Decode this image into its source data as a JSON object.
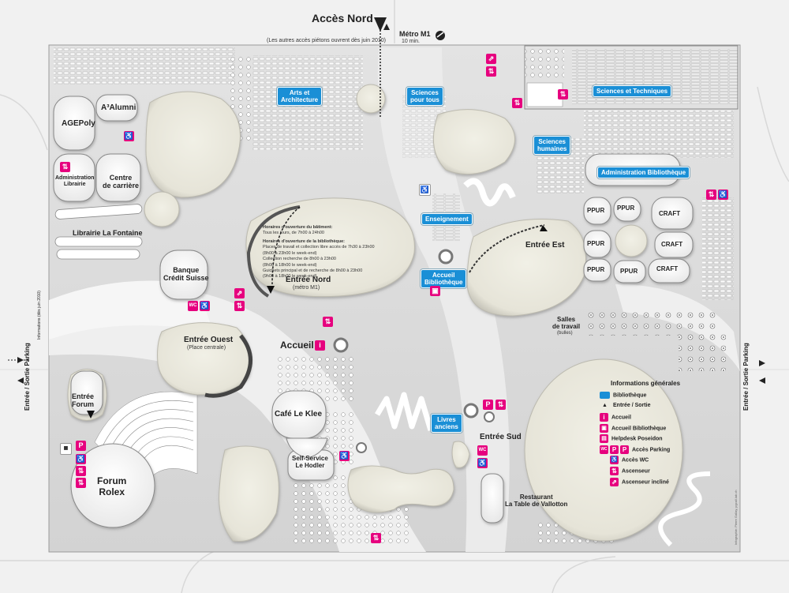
{
  "title": "Accès Nord",
  "title_note": "(Les autres accès piétons ouvrent dès juin 2010)",
  "metro": {
    "label": "Métro M1",
    "time": "10 min."
  },
  "side_labels": {
    "left_parking": "Entrée / Sortie Parking",
    "right_parking": "Entrée / Sortie Parking",
    "left_note": "Informations (dès juin 2010)",
    "credit": "Infographie: Pierre Gallay, pgcall.lab.ch"
  },
  "buildings": {
    "agepoly": "AGEPoly",
    "a3alumni": "A³Alumni",
    "admin_librairie": "Administration\nLibrairie",
    "centre_carriere": "Centre\nde carrière",
    "librairie": "Librairie La Fontaine",
    "banque": "Banque\nCrédit Suisse",
    "entree_nord": "Entrée Nord",
    "entree_nord_sub": "(métro M1)",
    "entree_ouest": "Entrée Ouest",
    "entree_ouest_sub": "(Place centrale)",
    "accueil": "Accueil",
    "entree_forum": "Entrée\nForum",
    "forum_rolex": "Forum\nRolex",
    "cafe": "Café Le Klee",
    "self_service": "Self-Service\nLe Hodler",
    "entree_sud": "Entrée Sud",
    "restaurant": "Restaurant\nLa Table de Vallotton",
    "entree_est": "Entrée Est",
    "salles": "Salles\nde travail",
    "salles_sub": "(bulles)",
    "ppur1": "PPUR",
    "ppur2": "PPUR",
    "ppur3": "PPUR",
    "ppur4": "PPUR",
    "ppur5": "PPUR",
    "craft1": "CRAFT",
    "craft2": "CRAFT",
    "craft3": "CRAFT"
  },
  "zones": {
    "arts": "Arts et\nArchitecture",
    "sciences_tous": "Sciences\npour tous",
    "sciences_tech": "Sciences et Techniques",
    "sciences_hum": "Sciences\nhumaines",
    "admin_biblio": "Administration Bibliothèque",
    "enseignement": "Enseignement",
    "accueil_biblio": "Accueil\nBibliothèque",
    "livres_anciens": "Livres\nanciens"
  },
  "hours": {
    "building_title": "Horaires d'ouverture du bâtiment:",
    "building_text": "Tous les jours, de 7h00 à 24h00",
    "library_title": "Horaires d'ouverture de la bibliothèque:",
    "lines": [
      "Places de travail et collection libre accès de 7h30 à 23h00",
      "(8h00 à 23h00 le week-end)",
      "Collection recherche de 8h00 à 23h00",
      "(8h00 à 18h00 le week-end)",
      "Guichets principal et de recherche de 8h00 à 23h00",
      "(9h00 à 18h00 le week-end)"
    ]
  },
  "legend": {
    "title": "Informations générales",
    "items": [
      {
        "icon": "bibliotheque-swatch",
        "label": "Bibliothèque"
      },
      {
        "icon": "entree-sortie-arrow",
        "label": "Entrée / Sortie"
      },
      {
        "icon": "i",
        "label": "Accueil"
      },
      {
        "icon": "book",
        "label": "Accueil Bibliothèque"
      },
      {
        "icon": "desk",
        "label": "Helpdesk Poseidon"
      },
      {
        "icon": "P",
        "label": "Accès Parking"
      },
      {
        "icon": "WC",
        "label": "Accès WC"
      },
      {
        "icon": "lift",
        "label": "Ascenseur"
      },
      {
        "icon": "incline-lift",
        "label": "Ascenseur incliné"
      }
    ]
  },
  "colors": {
    "library_blue": "#1a8fd6",
    "service_pink": "#e6007e",
    "building_fill": "#ecebe1",
    "ground": "#dcdcdc",
    "paths": "#f7f7f7"
  }
}
